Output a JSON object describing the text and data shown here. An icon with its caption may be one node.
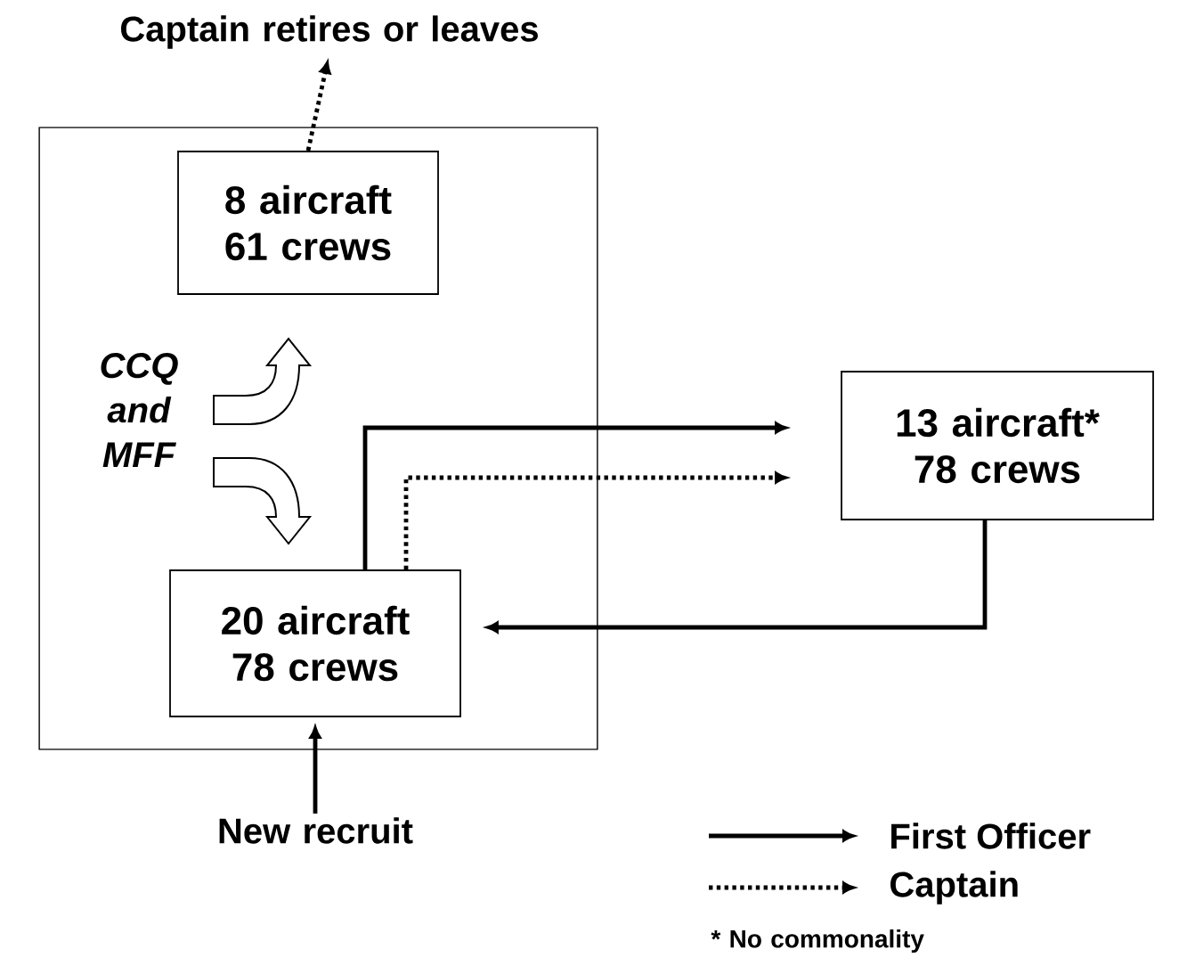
{
  "diagram": {
    "nodes": [
      {
        "text": [],
        "shape": "box"
      },
      {
        "text": [
          "Captain retires or leaves"
        ]
      },
      {
        "text": [
          "8 aircraft 61 crews"
        ],
        "in": 0
      },
      {
        "text": [
          "20 aircraft 78 crews"
        ],
        "in": 0
      },
      {
        "text": [
          "13 aircraft* 78 crews"
        ]
      },
      {
        "text": [
          "New recruit"
        ]
      }
    ],
    "edges": [
      {
        "from": 2,
        "to": 1,
        "arrow": "to",
        "style": "dashed"
      },
      {
        "from": 3,
        "to": 4,
        "arrow": "to"
      },
      {
        "from": 3,
        "to": 4,
        "arrow": "to",
        "style": "dashed"
      },
      {
        "from": 4,
        "to": 3,
        "arrow": "to"
      },
      {
        "from": 5,
        "to": 3,
        "arrow": "to"
      }
    ],
    "labels": [
      "CCQ and MFF",
      "* No commonality"
    ],
    "legend": [
      {
        "text": "First Officer"
      },
      {
        "text": "Captain"
      }
    ]
  }
}
